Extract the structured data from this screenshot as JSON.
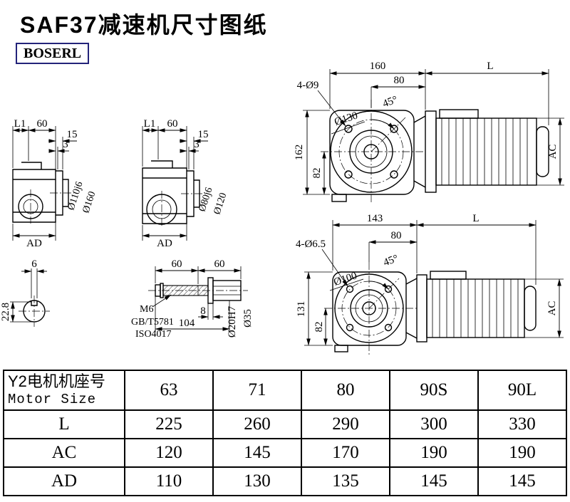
{
  "page": {
    "title": "SAF37减速机尺寸图纸",
    "brand": "BOSERL"
  },
  "views": {
    "side_a": {
      "l1": "L1",
      "d60": "60",
      "d15": "15",
      "d3": "3",
      "bore": "Ø110j6",
      "flange": "Ø160",
      "ad": "AD"
    },
    "side_b": {
      "l1": "L1",
      "d60": "60",
      "d15": "15",
      "d3": "3",
      "bore": "Ø80j6",
      "flange": "Ø120",
      "ad": "AD"
    },
    "front_a": {
      "w": "160",
      "l": "L",
      "holes": "4-Ø9",
      "e": "80",
      "angle": "45°",
      "bc": "Ø130",
      "h": "162",
      "hc": "82",
      "ac": "AC"
    },
    "front_b": {
      "w": "143",
      "l": "L",
      "holes": "4-Ø6.5",
      "e": "80",
      "angle": "45°",
      "bc": "Ø100",
      "h": "131",
      "hc": "82",
      "ac": "AC"
    },
    "shaft_end": {
      "key_w": "6",
      "key_d": "22.8"
    },
    "shaft_detail": {
      "seg1": "60",
      "seg2": "60",
      "thread": "M6",
      "std1": "GB/T5781",
      "std2": "ISO4017",
      "t8": "8",
      "len": "104",
      "bore": "Ø20H7",
      "od": "Ø35"
    }
  },
  "table": {
    "header_cn": "Y2电机机座号",
    "header_en": "Motor Size",
    "sizes": [
      "63",
      "71",
      "80",
      "90S",
      "90L"
    ],
    "rows": [
      {
        "label": "L",
        "values": [
          "225",
          "260",
          "290",
          "300",
          "330"
        ]
      },
      {
        "label": "AC",
        "values": [
          "120",
          "145",
          "170",
          "190",
          "190"
        ]
      },
      {
        "label": "AD",
        "values": [
          "110",
          "130",
          "135",
          "145",
          "145"
        ]
      }
    ]
  }
}
